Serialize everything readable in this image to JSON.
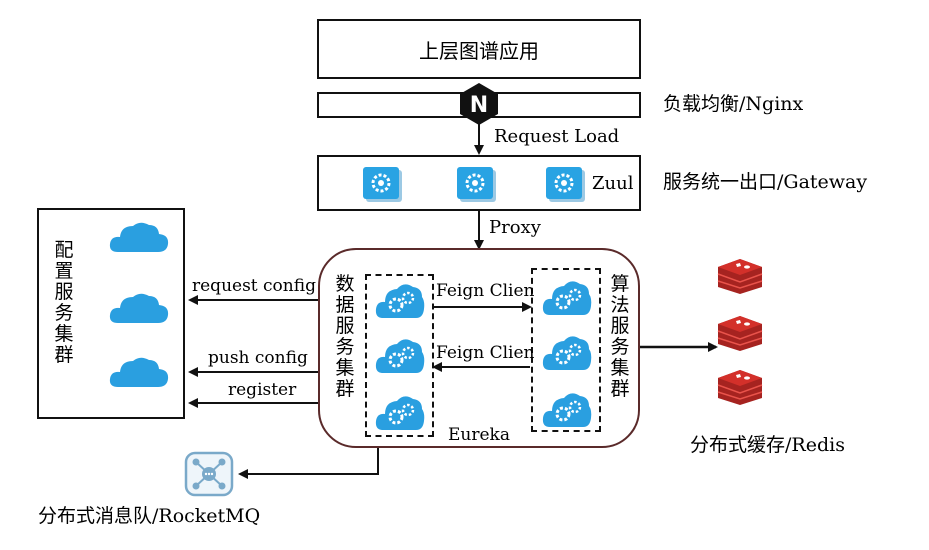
{
  "top_app": {
    "label": "上层图谱应用"
  },
  "nginx": {
    "label": "负载均衡/Nginx",
    "logo_letter": "N"
  },
  "request_load": {
    "label": "Request Load"
  },
  "gateway": {
    "label": "服务统一出口/Gateway",
    "zuul_label": "Zuul"
  },
  "proxy": {
    "label": "Proxy"
  },
  "config_cluster": {
    "label": "配置服务集群"
  },
  "links": {
    "request_config": "request config",
    "push_config": "push config",
    "register": "register"
  },
  "data_cluster": {
    "label": "数据服务集群"
  },
  "algo_cluster": {
    "label": "算法服务集群"
  },
  "feign": {
    "upper": "Feign Clien",
    "lower": "Feign Clien"
  },
  "eureka": {
    "label": "Eureka"
  },
  "redis": {
    "label": "分布式缓存/Redis"
  },
  "rocketmq": {
    "label": "分布式消息队/RocketMQ"
  },
  "colors": {
    "cloud_blue": "#2a9fe0",
    "gear_blue": "#29a3e3",
    "redis_red": "#d3302a",
    "cluster_border": "#5a2a2a"
  }
}
